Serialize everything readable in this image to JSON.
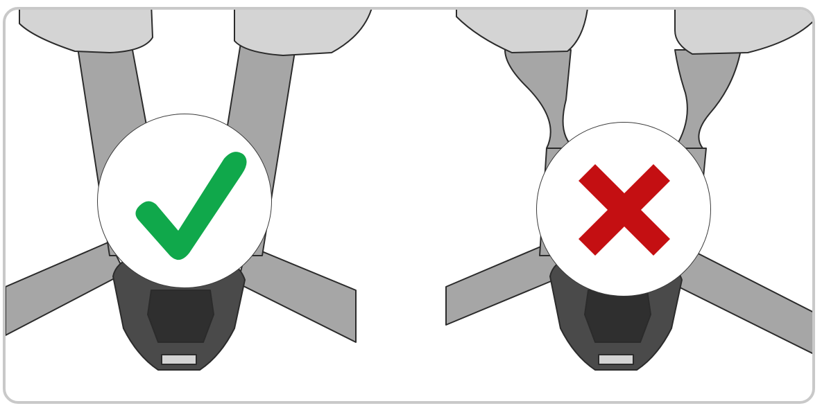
{
  "panels": [
    {
      "id": "correct",
      "verdict": "correct",
      "strap_state": "straight",
      "mark_icon": "check-mark-icon",
      "mark_color": "#10a84b"
    },
    {
      "id": "incorrect",
      "verdict": "incorrect",
      "strap_state": "twisted",
      "mark_icon": "cross-mark-icon",
      "mark_color": "#c40f12"
    }
  ],
  "colors": {
    "strap_fill": "#a6a6a6",
    "strap_outline": "#2b2b2b",
    "pad_fill": "#d4d4d4",
    "buckle_fill": "#4a4a4a",
    "buckle_dark": "#2f2f2f",
    "frame_border": "#c9c9c9"
  }
}
